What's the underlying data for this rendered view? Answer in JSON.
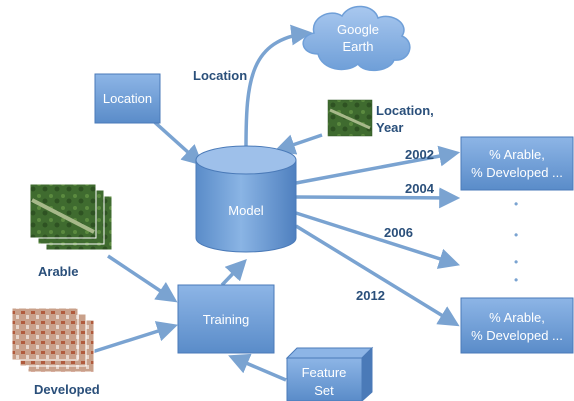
{
  "nodes": {
    "location_input": "Location",
    "google_earth": [
      "Google",
      "Earth"
    ],
    "model": "Model",
    "training": "Training",
    "feature_set": [
      "Feature",
      "Set"
    ],
    "output_top": [
      "% Arable,",
      "% Developed ..."
    ],
    "output_bottom": [
      "% Arable,",
      "% Developed ..."
    ]
  },
  "labels": {
    "location_query": "Location",
    "location_year": [
      "Location,",
      "Year"
    ],
    "arable": "Arable",
    "developed": "Developed"
  },
  "years": [
    "2002",
    "2004",
    "2006",
    "2012"
  ],
  "ellipsis_dots": [
    "•",
    "•",
    "•",
    "•"
  ],
  "colors": {
    "box_fill": "#6f9fd8",
    "box_dark": "#4a7ab8",
    "arrow": "#7aa3d1",
    "label_text": "#2a4f7a"
  }
}
